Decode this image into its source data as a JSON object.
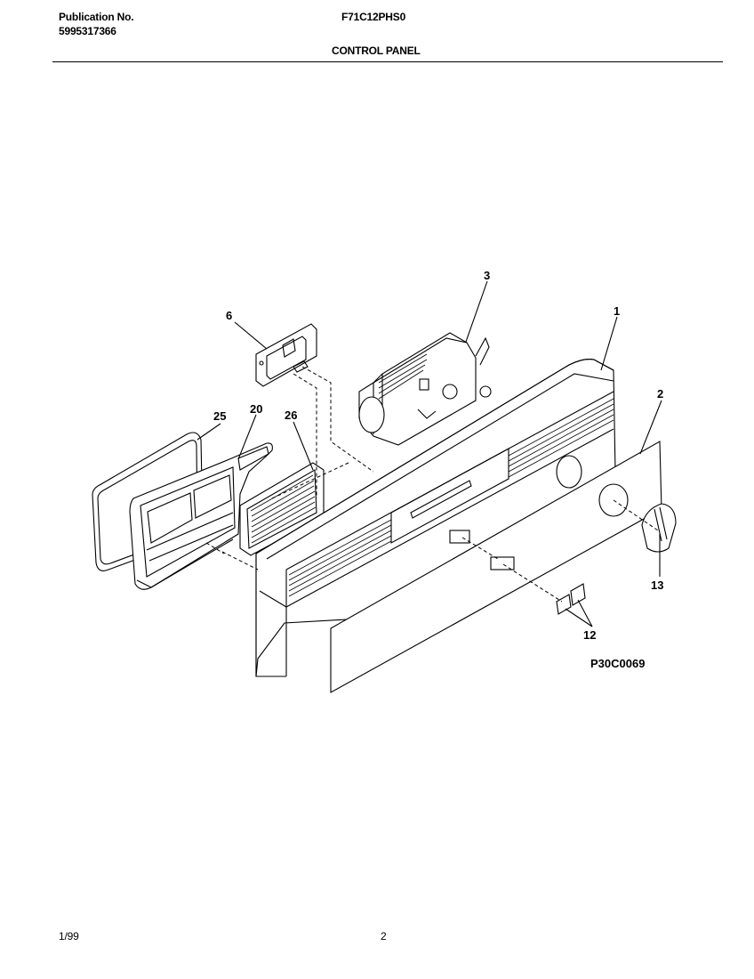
{
  "header": {
    "publication_label": "Publication No.",
    "publication_number": "5995317366",
    "model": "F71C12PHS0",
    "section_title": "CONTROL PANEL"
  },
  "diagram": {
    "figure_code": "P30C0069",
    "callouts": {
      "c1": "1",
      "c2": "2",
      "c3": "3",
      "c6": "6",
      "c12": "12",
      "c13": "13",
      "c20": "20",
      "c25": "25",
      "c26": "26"
    }
  },
  "footer": {
    "date": "1/99",
    "page_number": "2"
  }
}
